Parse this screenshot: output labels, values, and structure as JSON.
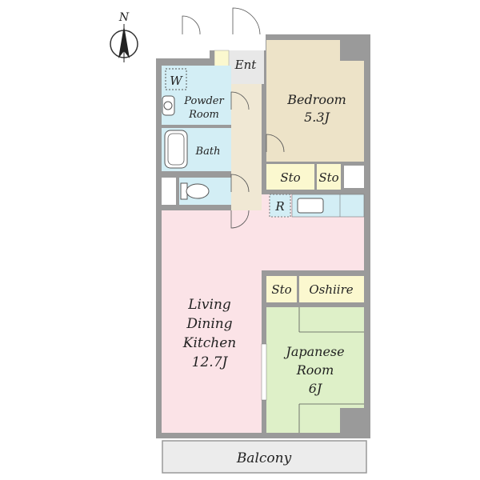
{
  "compass": {
    "label": "N",
    "icon": "north-arrow-icon"
  },
  "rooms": {
    "entrance": {
      "label": "Ent"
    },
    "washer": {
      "label": "W"
    },
    "powder_room": {
      "line1": "Powder",
      "line2": "Room"
    },
    "bath": {
      "label": "Bath"
    },
    "bedroom": {
      "name": "Bedroom",
      "size": "5.3J"
    },
    "storage_1": {
      "label": "Sto"
    },
    "storage_2": {
      "label": "Sto"
    },
    "storage_3": {
      "label": "Sto"
    },
    "refrigerator": {
      "label": "R"
    },
    "oshiire": {
      "label": "Oshiire"
    },
    "ldk": {
      "line1": "Living",
      "line2": "Dining",
      "line3": "Kitchen",
      "size": "12.7J"
    },
    "japanese_room": {
      "line1": "Japanese",
      "line2": "Room",
      "size": "6J"
    },
    "balcony": {
      "label": "Balcony"
    }
  },
  "colors": {
    "wall": "#9a9a9a",
    "wet_area": "#d3eef5",
    "bedroom": "#ede3c8",
    "ldk": "#fbe3e7",
    "japanese_room": "#def0c8",
    "storage": "#fbf8cf",
    "corridor": "#f0e8d4",
    "entrance": "#e8e8e8",
    "balcony": "#ececec"
  }
}
